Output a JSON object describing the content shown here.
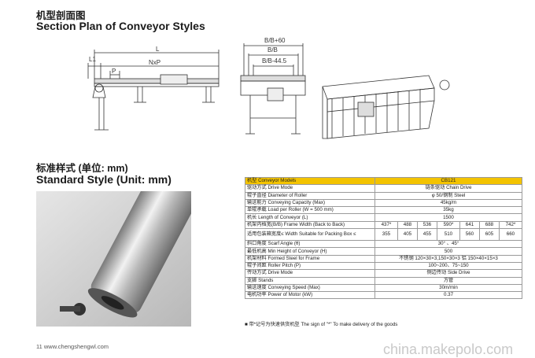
{
  "section": {
    "title_cn": "机型剖面图",
    "title_en": "Section Plan of Conveyor Styles",
    "dims": {
      "l1": "L1",
      "l": "L",
      "p": "P",
      "nxp": "NxP",
      "bb60": "B/B+60",
      "bb": "B/B",
      "bb445": "B/B-44.5"
    }
  },
  "standard": {
    "title_cn": "标准样式 (单位: mm)",
    "title_en": "Standard Style (Unit: mm)"
  },
  "spec_table": {
    "model_label": "机型 Conveyor Models",
    "model_value": "CB121",
    "drive_label": "驱动方式 Drive Mode",
    "drive_value": "链条驱动 Chain Drive",
    "roller_label": "辊子直径 Diameter of Roller",
    "roller_value": "φ 50/钢制 Steel",
    "capacity_label": "输送能力 Conveying Capacity (Max)",
    "capacity_value": "45kg/m",
    "load_label": "单辊承载 Load per Roller (W = 500 mm)",
    "load_value": "35kg",
    "length_label": "机长 Length of Conveyor (L)",
    "length_value": "1500",
    "width_label": "机架内档宽(B/B) Frame Width (Back to Back)",
    "widths": [
      "437*",
      "488",
      "536",
      "590*",
      "641",
      "688",
      "742*"
    ],
    "box_label": "适用包装箱宽度≤ Width Suitable for Packing Box ≤",
    "boxes": [
      "355",
      "405",
      "455",
      "510",
      "560",
      "605",
      "660"
    ],
    "scarf_label": "斜口角度 Scarf Angle (θ)",
    "scarf_value": "30° 、45°",
    "height_label": "最低机高 Min Height of Conveyor (H)",
    "height_value": "500",
    "steel_label": "机架材料 Formed Steel for Frame",
    "steel_value": "不锈钢 120×30×3,150×30×3   铝 150×40×15×3",
    "pitch_label": "辊子间距 Roller Pitch (P)",
    "pitch_value": "100~200、75~150",
    "drivemode_label": "传动方式 Drive Mode",
    "drivemode_value": "侧边传动 Side Drive",
    "stands_label": "支脚 Stands",
    "stands_value": "方管",
    "speed_label": "输送速度 Conveying Speed (Max)",
    "speed_value": "30m/min",
    "power_label": "电机功率 Power of Motor (kW)",
    "power_value": "0.37"
  },
  "note": "■ 带*记号为快速供货机型 The sign of \"*\" To make delivery of the goods",
  "footer": "11 www.chengshengwl.com",
  "watermark": "china.makepolo.com"
}
